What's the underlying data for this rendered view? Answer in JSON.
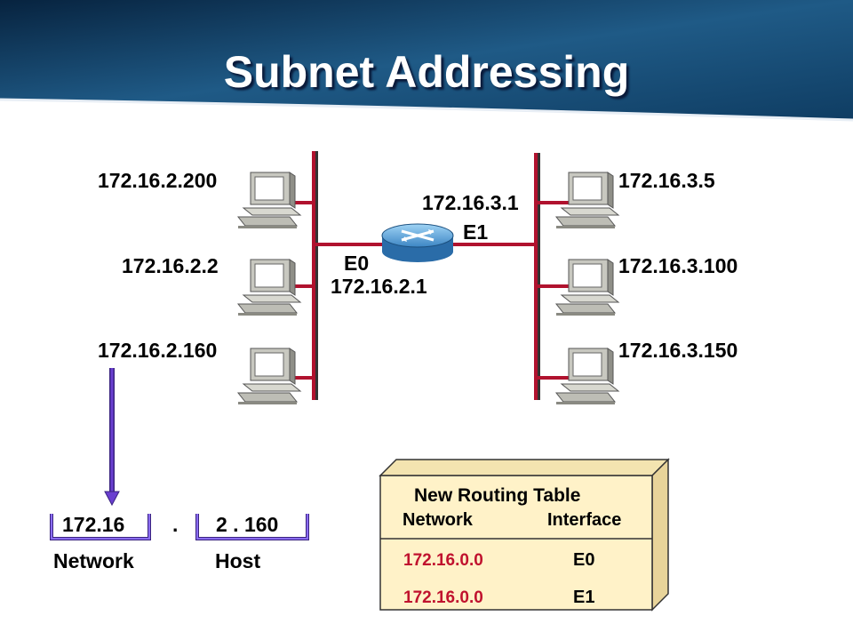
{
  "title": "Subnet Addressing",
  "hosts_left": [
    {
      "ip": "172.16.2.200"
    },
    {
      "ip": "172.16.2.2"
    },
    {
      "ip": "172.16.2.160"
    }
  ],
  "hosts_right": [
    {
      "ip": "172.16.3.5"
    },
    {
      "ip": "172.16.3.100"
    },
    {
      "ip": "172.16.3.150"
    }
  ],
  "router": {
    "e0_label": "E0",
    "e0_ip": "172.16.2.1",
    "e1_label": "E1",
    "e1_ip": "172.16.3.1"
  },
  "address_breakdown": {
    "network_part": "172.16",
    "dot": ".",
    "host_part": "2 . 160",
    "network_label": "Network",
    "host_label": "Host"
  },
  "routing_table": {
    "title": "New Routing Table",
    "col_network": "Network",
    "col_interface": "Interface",
    "rows": [
      {
        "network": "172.16.0.0",
        "interface": "E0"
      },
      {
        "network": "172.16.0.0",
        "interface": "E1"
      }
    ]
  },
  "colors": {
    "header_dark": "#0b2a4a",
    "header_light": "#2f6f9a",
    "segment_red": "#b0122e",
    "bracket_purple": "#6a3fd0",
    "table_fill": "#fff2c8",
    "table_red_text": "#c0122e"
  }
}
